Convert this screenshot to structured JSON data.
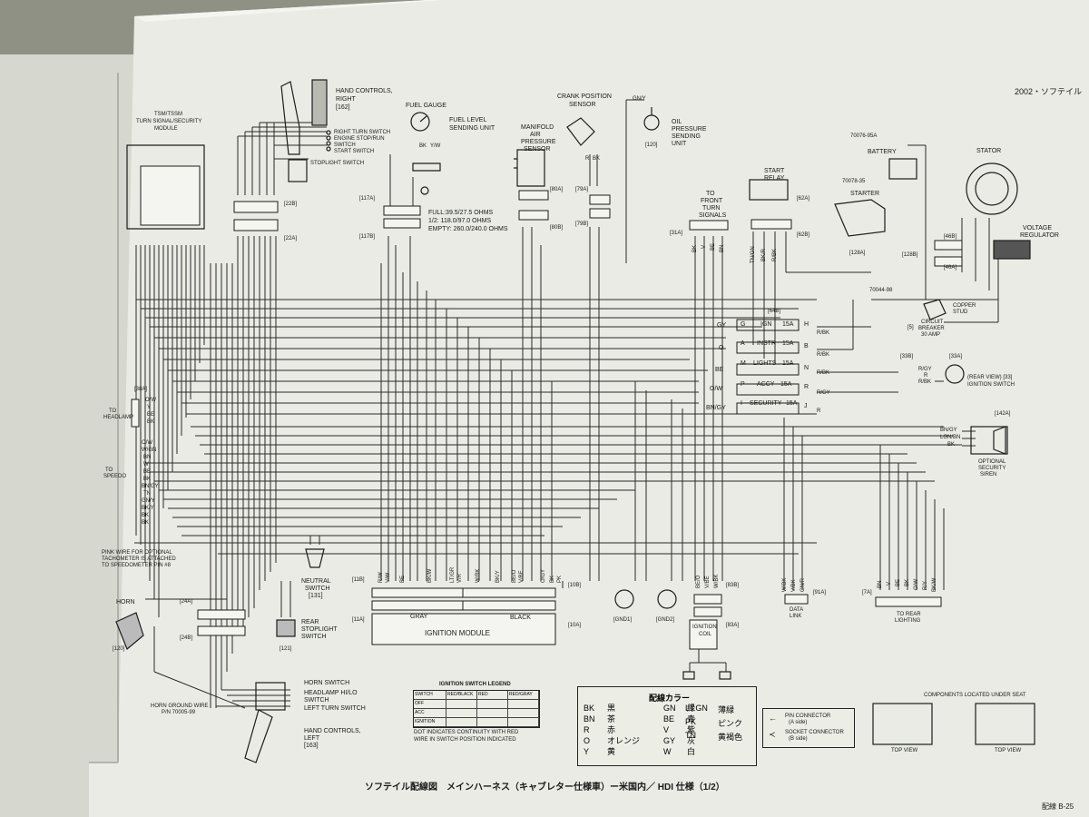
{
  "header": {
    "page_tag": "2002・ソフテイル",
    "footer_title": "ソフテイル配線図　メインハーネス（キャブレター仕様車）ー米国内／ HDI 仕様（1/2）",
    "page_number": "配線 B-25"
  },
  "components": {
    "hand_controls_right": [
      "HAND CONTROLS,",
      "RIGHT",
      "[162]"
    ],
    "right_turn_switch": "RIGHT TURN SWITCH",
    "engine_stop_run": [
      "ENGINE STOP/RUN",
      "SWITCH"
    ],
    "start_switch": "START SWITCH",
    "stoplight_switch": "STOPLIGHT SWITCH",
    "fuel_gauge": "FUEL GAUGE",
    "fuel_level": [
      "FUEL LEVEL",
      "SENDING UNIT"
    ],
    "fuel_ohms": [
      "FULL:39.5/27.5 OHMS",
      "1/2: 118.0/97.0 OHMS",
      "EMPTY: 260.0/240.0  OHMS"
    ],
    "crank_sensor": [
      "CRANK POSITION",
      "SENSOR"
    ],
    "map_sensor": [
      "MANIFOLD",
      "AIR",
      "PRESSURE",
      "SENSOR"
    ],
    "oil_pressure": [
      "OIL",
      "PRESSURE",
      "SENDING",
      "UNIT"
    ],
    "oil_ref": "[120]",
    "to_front_turn": [
      "TO",
      "FRONT",
      "TURN",
      "SIGNALS"
    ],
    "start_relay": [
      "START",
      "RELAY"
    ],
    "battery": "BATTERY",
    "stator": "STATOR",
    "starter": "STARTER",
    "voltage_regulator": [
      "VOLTAGE",
      "REGULATOR"
    ],
    "copper_stud": [
      "COPPER",
      "STUD"
    ],
    "circuit_breaker": [
      "CIRCUIT",
      "BREAKER",
      "30 AMP"
    ],
    "ignition_switch": [
      "(REAR VIEW) [33]",
      "IGNITION SWITCH"
    ],
    "security_siren": [
      "OPTIONAL",
      "SECURITY",
      "SIREN"
    ],
    "neutral_switch": [
      "NEUTRAL",
      "SWITCH",
      "[131]"
    ],
    "rear_stoplight": [
      "REAR",
      "STOPLIGHT",
      "SWITCH"
    ],
    "horn": "HORN",
    "horn_ground": [
      "HORN GROUND WIRE",
      "P/N 70005-99"
    ],
    "horn_switch": "HORN SWITCH",
    "headlamp_switch": [
      "HEADLAMP HI/LO",
      "SWITCH"
    ],
    "left_turn": "LEFT TURN SWITCH",
    "hand_controls_left": [
      "HAND CONTROLS,",
      "LEFT",
      "[163]"
    ],
    "ignition_module": "IGNITION MODULE",
    "gray": "GRAY",
    "black": "BLACK",
    "gnd1": "[GND1]",
    "gnd2": "[GND2]",
    "ignition_coil": [
      "IGNITION",
      "COIL"
    ],
    "data_link": [
      "DATA",
      "LINK"
    ],
    "to_rear_lighting": [
      "TO REAR",
      "LIGHTING"
    ],
    "to_headlamp": [
      "TO",
      "HEADLAMP"
    ],
    "to_speedo": [
      "TO",
      "SPEEDO"
    ],
    "pink_note": [
      "PINK WIRE FOR OPTIONAL",
      "TACHOMETER IS ATTACHED",
      "TO SPEEDOMETER PIN #8"
    ],
    "tssm": [
      "TSM/TSSM",
      "TURN SIGNAL/SECURITY",
      "MODULE"
    ],
    "under_seat": "COMPONENTS LOCATED UNDER SEAT",
    "top_view": "TOP VIEW",
    "dot_note": [
      "DOT INDICATES CONTINUITY WITH RED",
      "WIRE IN SWITCH POSITION INDICATED"
    ],
    "ign_legend_title": "IGNITION SWITCH LEGEND",
    "part_70076": "70076-95A",
    "part_70078": "70078-35",
    "part_70044": "70044-98"
  },
  "fuses": [
    {
      "pin": "G",
      "name": "IGN",
      "amp": "15A",
      "pin2": "H",
      "wire": "GY",
      "out": "R/BK"
    },
    {
      "pin": "A",
      "name": "INSTR",
      "amp": "15A",
      "pin2": "B",
      "wire": "O",
      "out": "R/BK"
    },
    {
      "pin": "M",
      "name": "LIGHTS",
      "amp": "15A",
      "pin2": "N",
      "wire": "BE",
      "out": "R/BK"
    },
    {
      "pin": "P",
      "name": "ACCY",
      "amp": "15A",
      "pin2": "R",
      "wire": "O/W",
      "out": "R/GY"
    },
    {
      "pin": "I",
      "name": "SECURITY",
      "amp": "15A",
      "pin2": "J",
      "wire": "BN/GY",
      "out": "R"
    }
  ],
  "connectors": {
    "c22b": "[22B]",
    "c22a": "[22A]",
    "c117a": "[117A]",
    "c117b": "[117B]",
    "c80a": "[80A]",
    "c80b": "[80B]",
    "c79a": "[79A]",
    "c79b": "[79B]",
    "c31a": "[31A]",
    "c62a": "[62A]",
    "c62b": "[62B]",
    "c64b": "[64B]",
    "c128a": "[128A]",
    "c128b": "[128B]",
    "c46b": "[46B]",
    "c46a": "[46A]",
    "c5": "[5]",
    "c33b": "[33B]",
    "c33a": "[33A]",
    "c142a": "[142A]",
    "c38a": "[38A]",
    "c11b": "[11B]",
    "c11a": "[11A]",
    "c10b": "[10B]",
    "c10a": "[10A]",
    "c83b": "[83B]",
    "c83a": "[83A]",
    "c91a": "[91A]",
    "c7a": "[7A]",
    "c24a": "[24A]",
    "c24b": "[24B]",
    "c121": "[121]",
    "c120": "[120]"
  },
  "wires": {
    "headlamp": [
      "O/W",
      "Y",
      "BE",
      "BK"
    ],
    "speedo": [
      "O/W",
      "W/GN",
      "BN",
      "W",
      "BE",
      "BK",
      "BN/GY",
      "TN",
      "GN/Y",
      "BK/Y",
      "BK",
      "BK"
    ],
    "siren": [
      "BN/GY",
      "LGN/BN",
      "BK"
    ],
    "ignsw": [
      "R/GY",
      "R",
      "R/BK"
    ],
    "front_turn": [
      "BK",
      "V",
      "BE",
      "BN"
    ],
    "relay": [
      "TN/GN",
      "BK/R",
      "R/BK"
    ],
    "crank": [
      "R",
      "BK"
    ],
    "oil": "GN/Y",
    "fuel": [
      "BK",
      "Y/W"
    ],
    "ignmod_gray": [
      "R/W",
      "V/W",
      "BE",
      "BK/W",
      "LT/GR",
      "V/R"
    ],
    "ignmod_black": [
      "W/BK",
      "BK/Y",
      "BE/O",
      "V/BE",
      "O/GY",
      "BK",
      "PK"
    ],
    "rear_light": [
      "BN",
      "V",
      "BE",
      "BK",
      "O/W",
      "R/Y",
      "BK/W"
    ],
    "data": [
      "W/BK",
      "V/BK",
      "GN/R"
    ],
    "coil": [
      "BE/O",
      "V/BE",
      "W/BK"
    ]
  },
  "color_legend": {
    "title": "配線カラー",
    "items": [
      [
        "BK",
        "黒",
        "GN",
        "緑"
      ],
      [
        "BN",
        "茶",
        "BE",
        "青"
      ],
      [
        "R",
        "赤",
        "V",
        "紫"
      ],
      [
        "O",
        "オレンジ",
        "GY",
        "灰"
      ],
      [
        "Y",
        "黄",
        "W",
        "白"
      ]
    ],
    "items2": [
      [
        "LT.GN",
        "薄緑"
      ],
      [
        "PK",
        "ピンク"
      ],
      [
        "TN",
        "黄褐色"
      ]
    ]
  },
  "connector_legend": {
    "pin": [
      "PIN CONNECTOR",
      "(A side)"
    ],
    "socket": [
      "SOCKET CONNECTOR",
      "(B side)"
    ]
  },
  "ign_legend": {
    "header": [
      "SWITCH POSITION",
      "RED/BLACK",
      "RED",
      "RED/GRAY"
    ],
    "rows": [
      "OFF",
      "ACC",
      "IGNITION"
    ]
  }
}
